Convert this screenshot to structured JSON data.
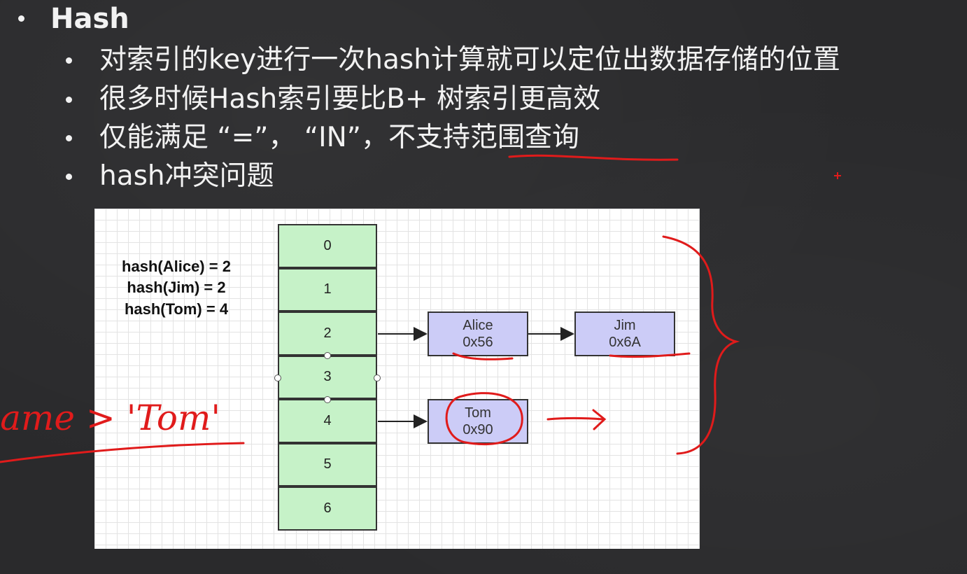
{
  "slide": {
    "title": "Hash",
    "bullets": [
      "对索引的key进行一次hash计算就可以定位出数据存储的位置",
      "很多时候Hash索引要比B+ 树索引更高效",
      "仅能满足 “=”， “IN”，不支持范围查询",
      "hash冲突问题"
    ]
  },
  "diagram": {
    "formulas": [
      "hash(Alice) = 2",
      "hash(Jim) = 2",
      "hash(Tom) = 4"
    ],
    "buckets": [
      "0",
      "1",
      "2",
      "3",
      "4",
      "5",
      "6"
    ],
    "entries": [
      {
        "name": "Alice",
        "address": "0x56"
      },
      {
        "name": "Jim",
        "address": "0x6A"
      },
      {
        "name": "Tom",
        "address": "0x90"
      }
    ]
  },
  "annotation": {
    "text": "name > 'Tom'",
    "color": "#e01b1b"
  },
  "colors": {
    "background": "#2a2a2c",
    "bucket_fill": "#c6f2c8",
    "entry_fill": "#ccccf7",
    "ink": "#e01b1b"
  }
}
